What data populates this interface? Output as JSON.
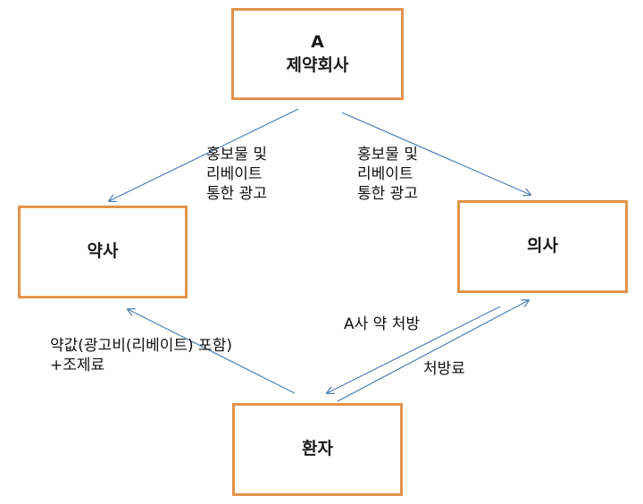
{
  "nodes": {
    "company": {
      "line1": "A",
      "line2": "제약회사"
    },
    "pharmacist": {
      "label": "약사"
    },
    "doctor": {
      "label": "의사"
    },
    "patient": {
      "label": "환자"
    }
  },
  "edges": {
    "company_to_pharmacist": {
      "lines": [
        "홍보물 및",
        "리베이트",
        "통한 광고"
      ]
    },
    "company_to_doctor": {
      "lines": [
        "홍보물 및",
        "리베이트",
        "통한 광고"
      ]
    },
    "patient_to_pharmacist": {
      "lines": [
        "약값(광고비(리베이트) 포함)",
        "+조제료"
      ]
    },
    "doctor_to_patient": {
      "label": "A사 약 처방"
    },
    "patient_to_doctor": {
      "label": "처방료"
    }
  },
  "colors": {
    "box_border": "#e2944b",
    "arrow": "#4f7fb4"
  }
}
